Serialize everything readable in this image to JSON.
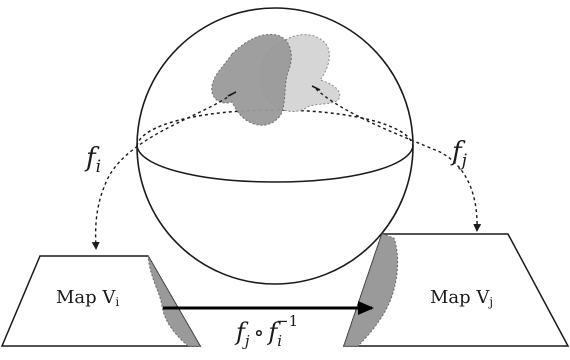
{
  "labels": {
    "f_i_base": "f",
    "f_i_sub": "i",
    "f_j_base": "f",
    "f_j_sub": "j",
    "map_i_text": "Map V",
    "map_i_sub": "i",
    "map_j_text": "Map V",
    "map_j_sub": "j",
    "comp_f1": "f",
    "comp_sub1": "j",
    "comp_op": "∘",
    "comp_f2": "f",
    "comp_sub2": "i",
    "comp_sup2": "−1"
  },
  "colors": {
    "stroke": "#1a1a1a",
    "region_dark": "#9a9a9a",
    "region_light": "#d6d6d6",
    "panel_fill": "#ffffff"
  }
}
